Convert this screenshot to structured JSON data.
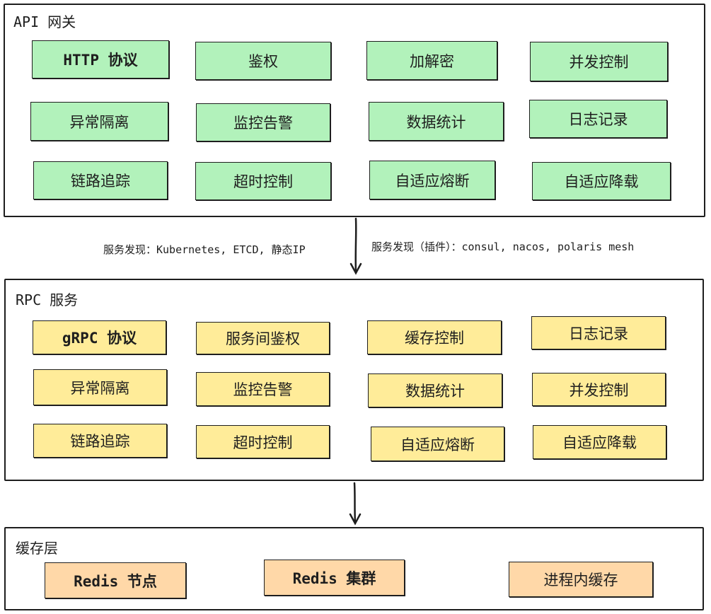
{
  "api_gateway": {
    "title": "API 网关",
    "modules": [
      "HTTP 协议",
      "鉴权",
      "加解密",
      "并发控制",
      "异常隔离",
      "监控告警",
      "数据统计",
      "日志记录",
      "链路追踪",
      "超时控制",
      "自适应熔断",
      "自适应降载"
    ]
  },
  "discovery_notes": {
    "left": "服务发现：Kubernetes, ETCD, 静态IP",
    "right": "服务发现（插件）：consul, nacos, polaris mesh"
  },
  "rpc_service": {
    "title": "RPC 服务",
    "modules": [
      "gRPC 协议",
      "服务间鉴权",
      "缓存控制",
      "日志记录",
      "异常隔离",
      "监控告警",
      "数据统计",
      "并发控制",
      "链路追踪",
      "超时控制",
      "自适应熔断",
      "自适应降载"
    ]
  },
  "cache_layer": {
    "title": "缓存层",
    "modules": [
      "Redis 节点",
      "Redis 集群",
      "进程内缓存"
    ]
  },
  "colors": {
    "api_module_fill": "#b2f2bb",
    "rpc_module_fill": "#ffec99",
    "cache_module_fill": "#ffd8a8",
    "stroke": "#1e1e1e"
  }
}
